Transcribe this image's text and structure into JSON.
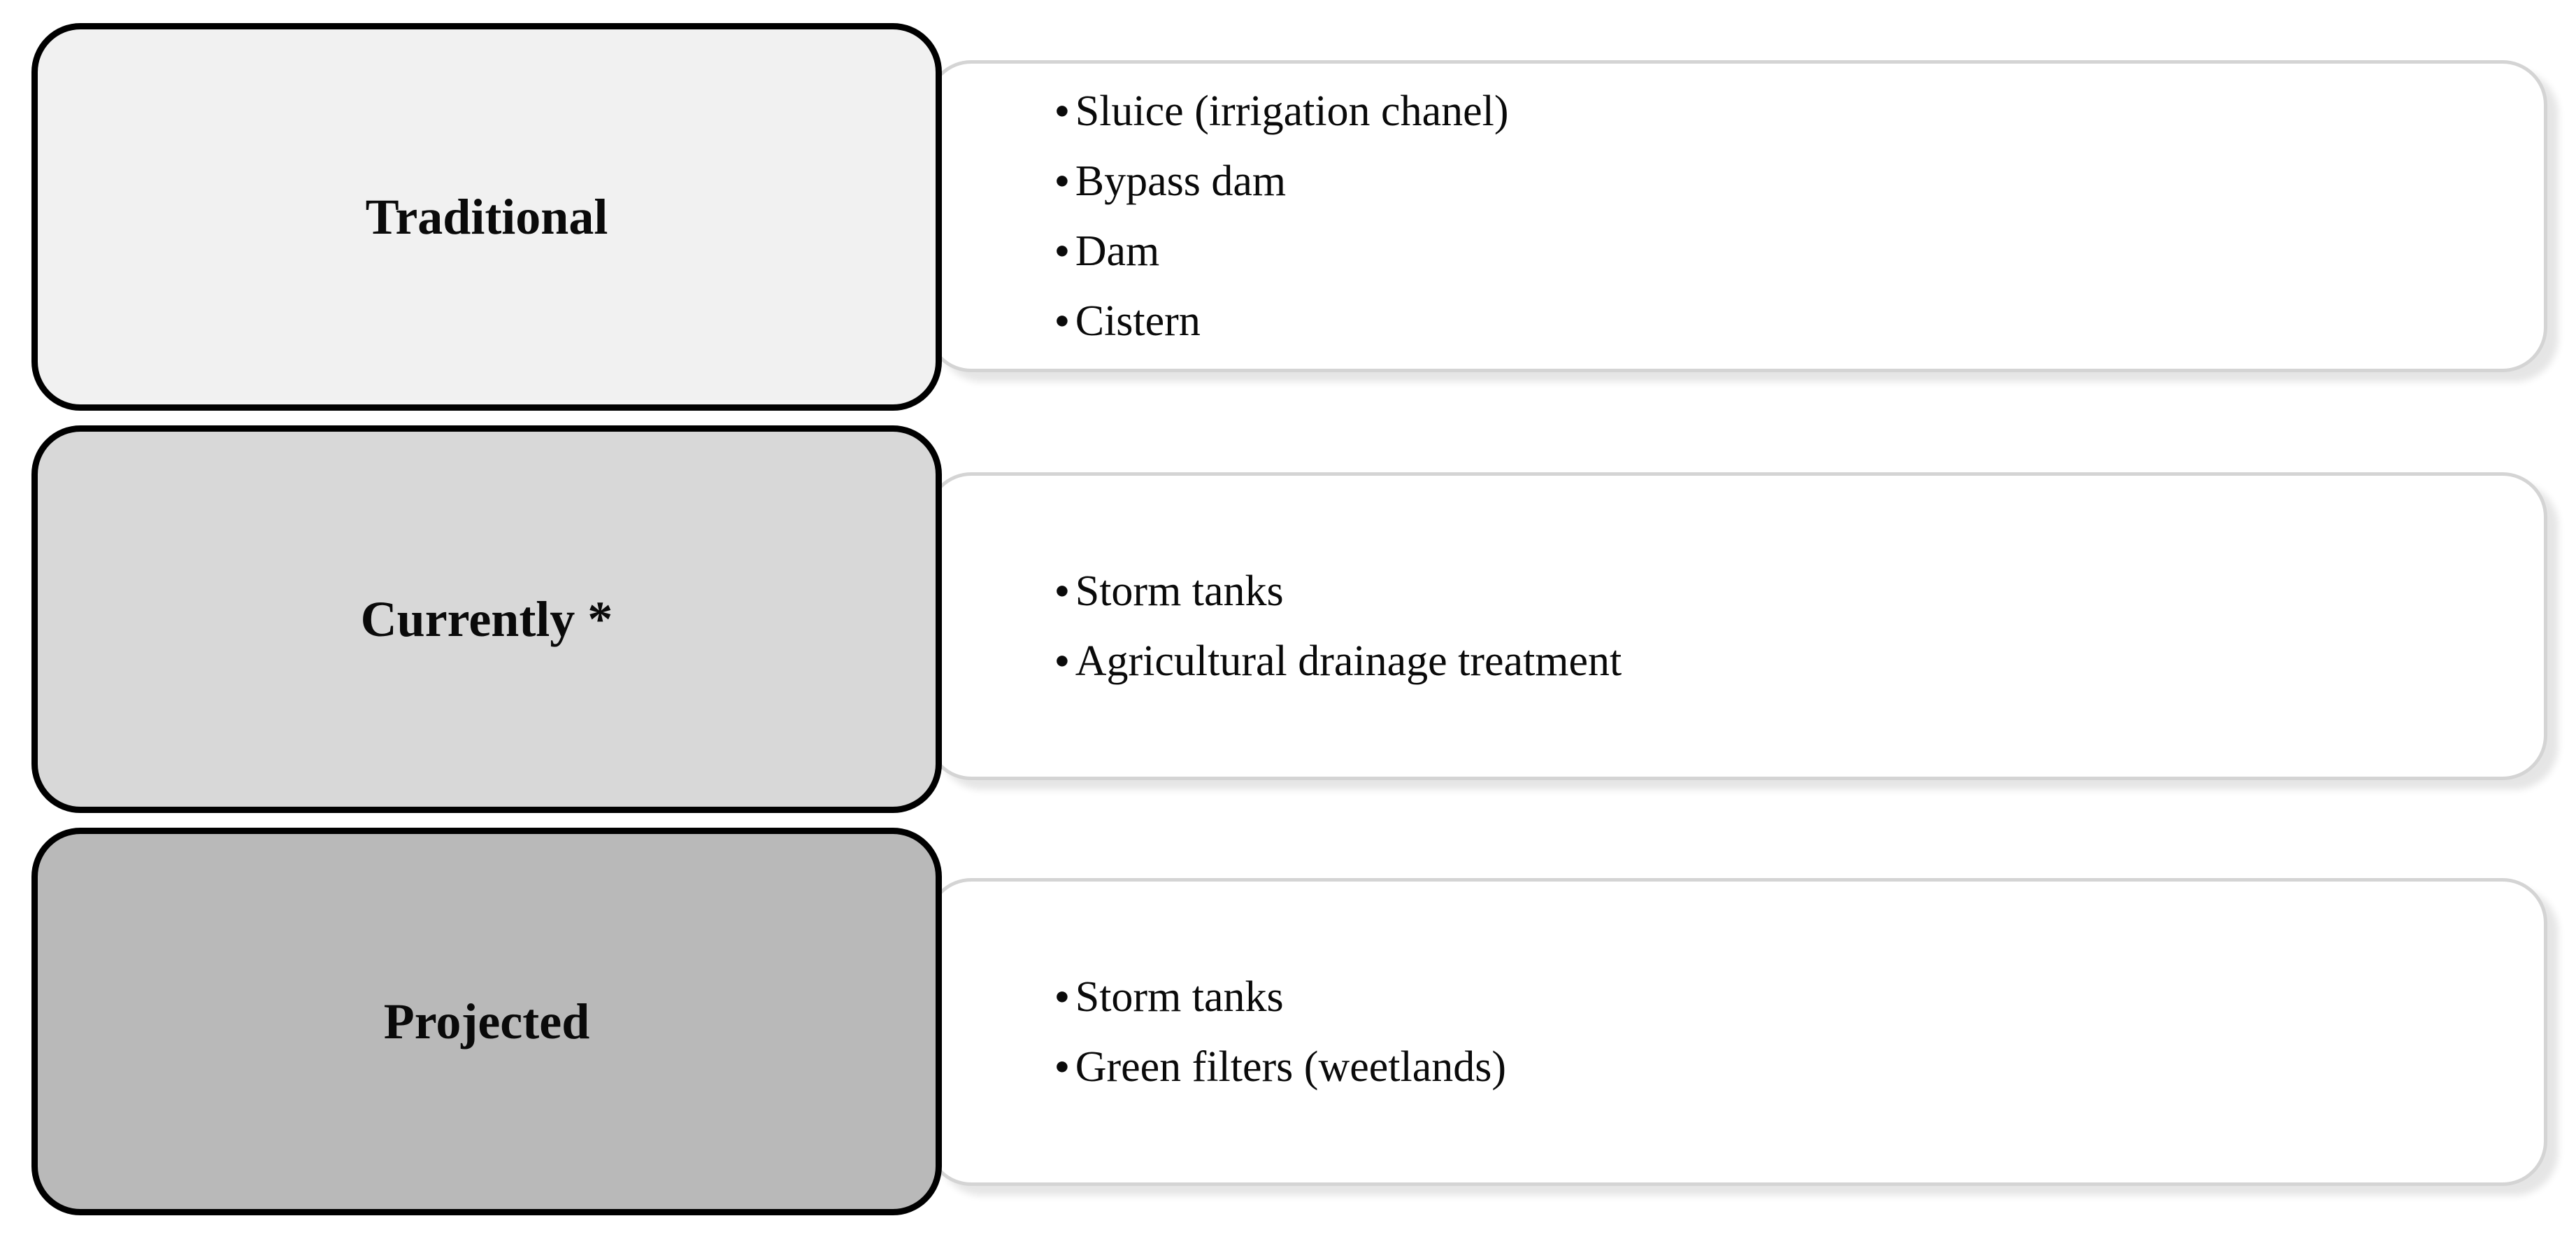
{
  "diagram": {
    "bullet_char": "•",
    "colors": {
      "stage_1_fill": "#f1f1f1",
      "stage_2_fill": "#d8d8d8",
      "stage_3_fill": "#b9b9b9",
      "stage_border": "#000000",
      "panel_fill": "#ffffff",
      "panel_border": "#d4d4d4",
      "text": "#0a0a0a"
    },
    "rows": [
      {
        "label": "Traditional",
        "items": [
          "Sluice (irrigation chanel)",
          "Bypass dam",
          "Dam",
          "Cistern"
        ]
      },
      {
        "label": "Currently *",
        "items": [
          "Storm tanks",
          "Agricultural drainage treatment"
        ]
      },
      {
        "label": "Projected",
        "items": [
          "Storm tanks",
          "Green filters (weetlands)"
        ]
      }
    ]
  }
}
